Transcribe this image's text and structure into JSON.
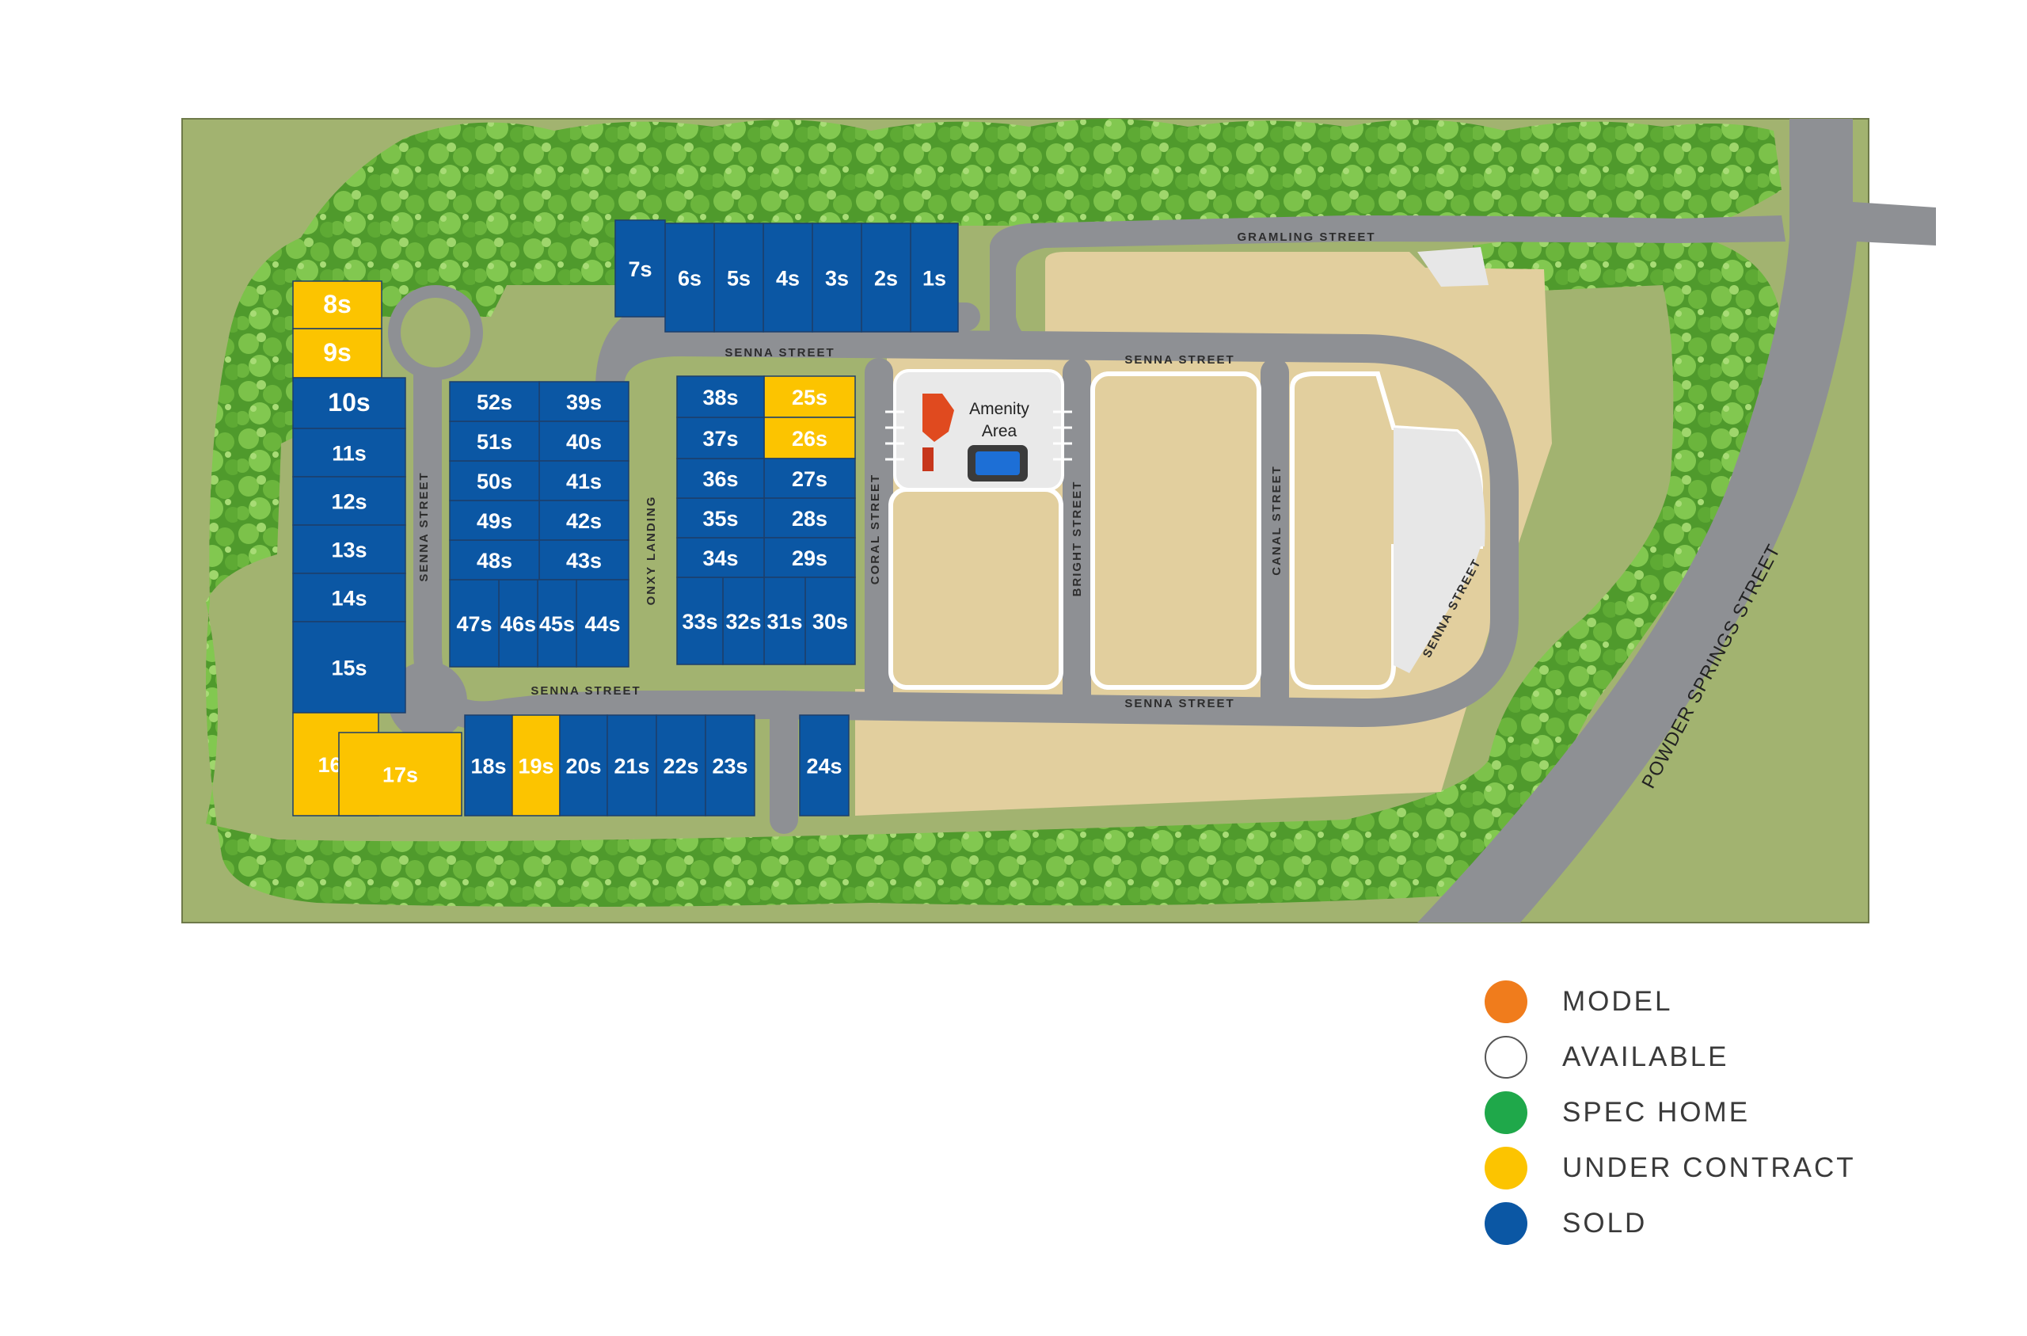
{
  "status_colors": {
    "model": "#f07c1c",
    "available": "#ffffff",
    "spec": "#1fa84a",
    "under_contract": "#fcc400",
    "sold": "#0b57a4"
  },
  "legend": [
    {
      "key": "model",
      "label": "MODEL",
      "color": "#f07c1c"
    },
    {
      "key": "available",
      "label": "AVAILABLE",
      "color": "#ffffff"
    },
    {
      "key": "spec",
      "label": "SPEC HOME",
      "color": "#1fa84a"
    },
    {
      "key": "under_contract",
      "label": "UNDER CONTRACT",
      "color": "#fcc400"
    },
    {
      "key": "sold",
      "label": "SOLD",
      "color": "#0b57a4"
    }
  ],
  "streets": {
    "gramling": "GRAMLING STREET",
    "senna": "SENNA STREET",
    "onxy": "ONXY LANDING",
    "coral": "CORAL STREET",
    "bright": "BRIGHT STREET",
    "canal": "CANAL STREET",
    "powder": "POWDER SPRINGS STREET"
  },
  "amenity": {
    "line1": "Amenity",
    "line2": "Area"
  },
  "lots": [
    {
      "label": "1s",
      "status": "sold"
    },
    {
      "label": "2s",
      "status": "sold"
    },
    {
      "label": "3s",
      "status": "sold"
    },
    {
      "label": "4s",
      "status": "sold"
    },
    {
      "label": "5s",
      "status": "sold"
    },
    {
      "label": "6s",
      "status": "sold"
    },
    {
      "label": "7s",
      "status": "sold"
    },
    {
      "label": "8s",
      "status": "under_contract"
    },
    {
      "label": "9s",
      "status": "under_contract"
    },
    {
      "label": "10s",
      "status": "sold"
    },
    {
      "label": "11s",
      "status": "sold"
    },
    {
      "label": "12s",
      "status": "sold"
    },
    {
      "label": "13s",
      "status": "sold"
    },
    {
      "label": "14s",
      "status": "sold"
    },
    {
      "label": "15s",
      "status": "sold"
    },
    {
      "label": "16s",
      "status": "under_contract"
    },
    {
      "label": "17s",
      "status": "under_contract"
    },
    {
      "label": "18s",
      "status": "sold"
    },
    {
      "label": "19s",
      "status": "under_contract"
    },
    {
      "label": "20s",
      "status": "sold"
    },
    {
      "label": "21s",
      "status": "sold"
    },
    {
      "label": "22s",
      "status": "sold"
    },
    {
      "label": "23s",
      "status": "sold"
    },
    {
      "label": "24s",
      "status": "sold"
    },
    {
      "label": "25s",
      "status": "under_contract"
    },
    {
      "label": "26s",
      "status": "under_contract"
    },
    {
      "label": "27s",
      "status": "sold"
    },
    {
      "label": "28s",
      "status": "sold"
    },
    {
      "label": "29s",
      "status": "sold"
    },
    {
      "label": "30s",
      "status": "sold"
    },
    {
      "label": "31s",
      "status": "sold"
    },
    {
      "label": "32s",
      "status": "sold"
    },
    {
      "label": "33s",
      "status": "sold"
    },
    {
      "label": "34s",
      "status": "sold"
    },
    {
      "label": "35s",
      "status": "sold"
    },
    {
      "label": "36s",
      "status": "sold"
    },
    {
      "label": "37s",
      "status": "sold"
    },
    {
      "label": "38s",
      "status": "sold"
    },
    {
      "label": "39s",
      "status": "sold"
    },
    {
      "label": "40s",
      "status": "sold"
    },
    {
      "label": "41s",
      "status": "sold"
    },
    {
      "label": "42s",
      "status": "sold"
    },
    {
      "label": "43s",
      "status": "sold"
    },
    {
      "label": "44s",
      "status": "sold"
    },
    {
      "label": "45s",
      "status": "sold"
    },
    {
      "label": "46s",
      "status": "sold"
    },
    {
      "label": "47s",
      "status": "sold"
    },
    {
      "label": "48s",
      "status": "sold"
    },
    {
      "label": "49s",
      "status": "sold"
    },
    {
      "label": "50s",
      "status": "sold"
    },
    {
      "label": "51s",
      "status": "sold"
    },
    {
      "label": "52s",
      "status": "sold"
    }
  ]
}
